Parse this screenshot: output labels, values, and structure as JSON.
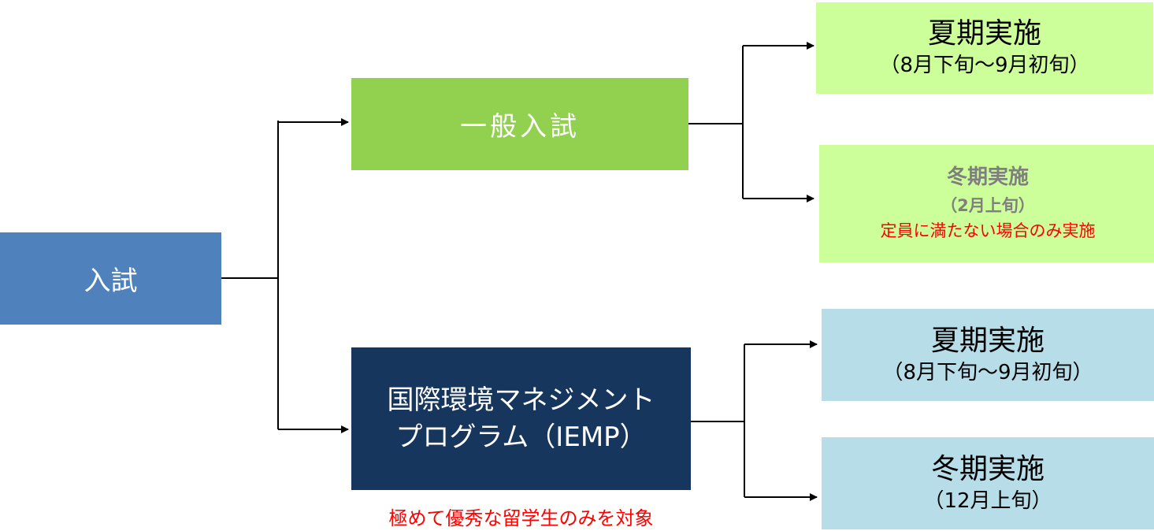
{
  "root": {
    "label": "入試"
  },
  "general": {
    "label": "一般入試",
    "summer": {
      "title": "夏期実施",
      "period": "（8月下旬～9月初旬）"
    },
    "winter": {
      "title": "冬期実施",
      "period": "（2月上旬）",
      "note": "定員に満たない場合のみ実施"
    }
  },
  "iemp": {
    "label_line1": "国際環境マネジメント",
    "label_line2": "プログラム（IEMP）",
    "note": "極めて優秀な留学生のみを対象",
    "summer": {
      "title": "夏期実施",
      "period": "（8月下旬～9月初旬）"
    },
    "winter": {
      "title": "冬期実施",
      "period": "（12月上旬）"
    }
  },
  "colors": {
    "root": "#4f81bd",
    "general": "#92d050",
    "iemp": "#17365d",
    "general_leaf": "#ccff99",
    "iemp_leaf": "#b7dde8",
    "note_red": "#ff0000",
    "muted_gray": "#7f7f7f"
  }
}
